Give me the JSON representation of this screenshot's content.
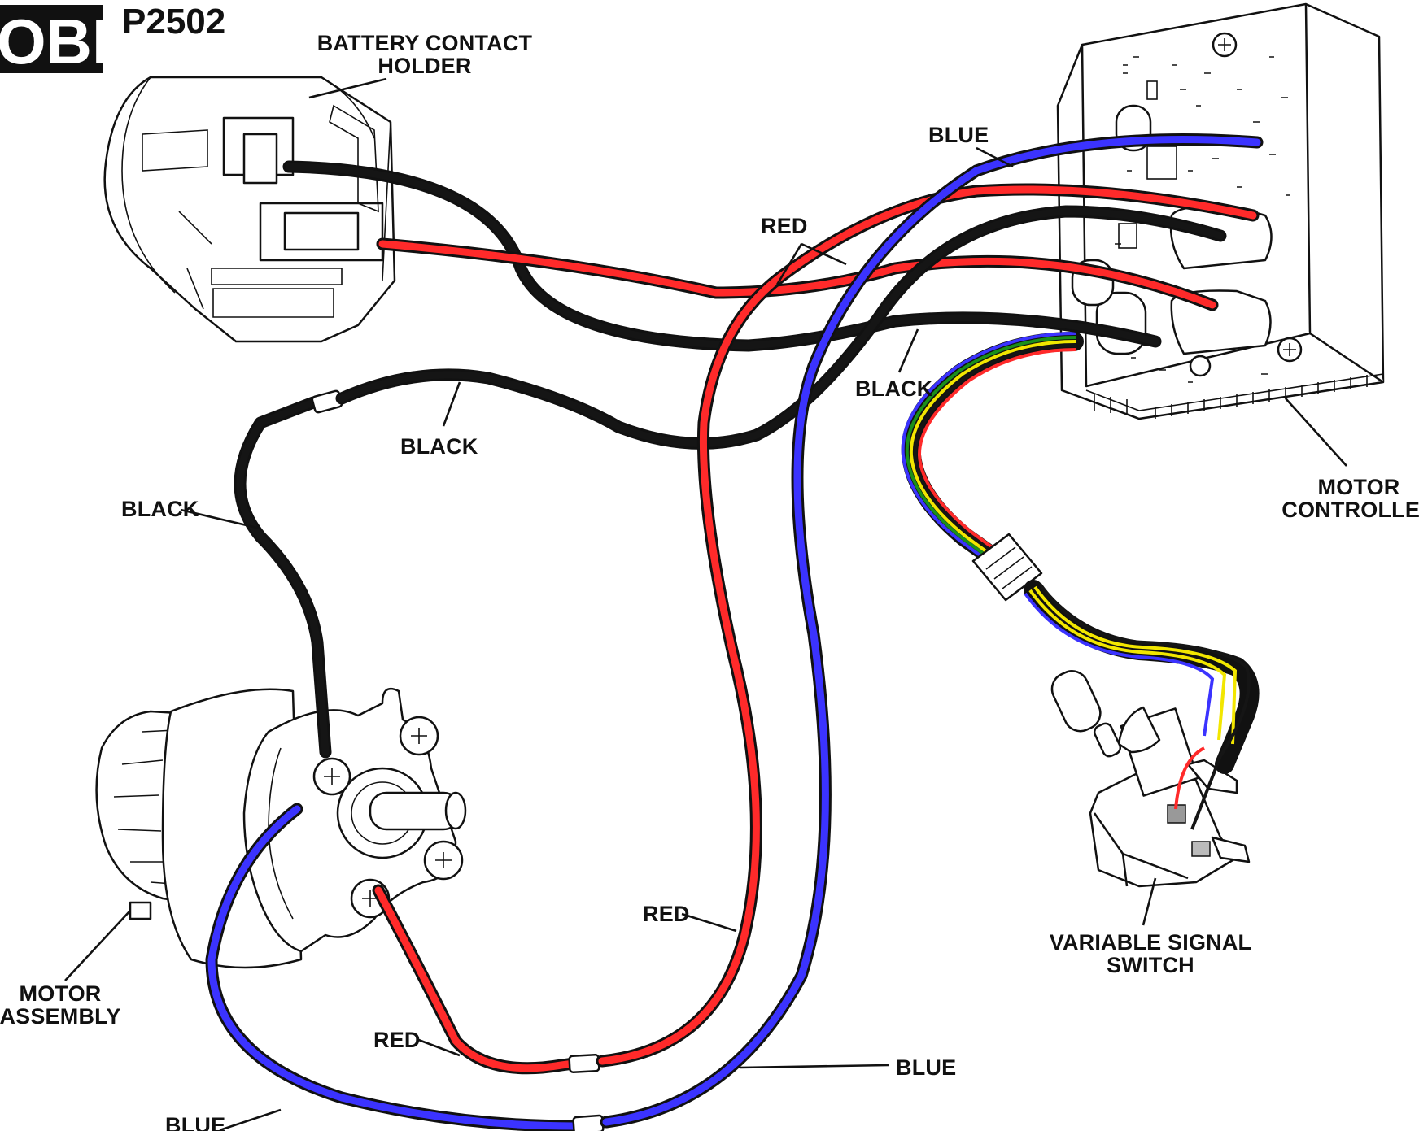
{
  "header": {
    "logo": "OBI",
    "part_number": "P2502"
  },
  "labels": {
    "battery_contact_holder": [
      "BATTERY CONTACT",
      "HOLDER"
    ],
    "motor_controller": [
      "MOTOR",
      "CONTROLLER"
    ],
    "variable_signal_switch": [
      "VARIABLE SIGNAL",
      "SWITCH"
    ],
    "motor_assembly": [
      "MOTOR",
      "ASSEMBLY"
    ],
    "blue_top": "BLUE",
    "red_top": "RED",
    "black_right": "BLACK",
    "black_mid": "BLACK",
    "black_left": "BLACK",
    "red_lower": "RED",
    "red_bottom": "RED",
    "blue_right": "BLUE",
    "blue_bottom": "BLUE"
  },
  "colors": {
    "red_wire": "#ff2a2a",
    "blue_wire": "#3b33ff",
    "black_wire": "#151515",
    "green_wire": "#1a8f1a",
    "yellow_wire": "#f2e600",
    "outline": "#111111"
  }
}
